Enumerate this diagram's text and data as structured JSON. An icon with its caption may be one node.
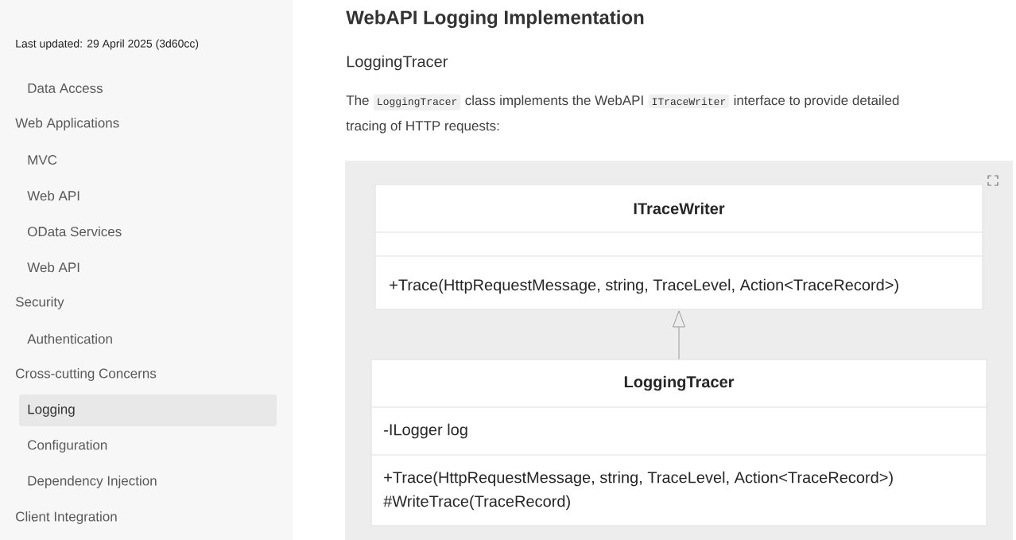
{
  "diagram": {
    "title": "WebAPI Logging Implementation",
    "nodes": [
      {
        "text": [
          "ITraceWriter",
          "+Trace(HttpRequestMessage, string, TraceLevel, Action<TraceRecord>)"
        ]
      },
      {
        "text": [
          "LoggingTracer",
          "-ILogger log",
          "+Trace(HttpRequestMessage, string, TraceLevel, Action<TraceRecord>)",
          "#WriteTrace(TraceRecord)"
        ]
      }
    ],
    "edges": [
      {
        "from": 1,
        "to": 0,
        "arrow": "to"
      }
    ],
    "labels": [
      "Last updated: 29 April 2025 (3d60cc)",
      "Data Access",
      "Web Applications",
      "MVC",
      "Web API",
      "OData Services",
      "Web API",
      "Security",
      "Authentication",
      "Cross-cutting Concerns",
      "Logging",
      "Configuration",
      "Dependency Injection",
      "Client Integration",
      "LoggingTracer",
      "The",
      "LoggingTracer",
      "class implements the WebAPI",
      "ITraceWriter",
      "interface to provide detailed",
      "tracing of HTTP requests:"
    ]
  }
}
